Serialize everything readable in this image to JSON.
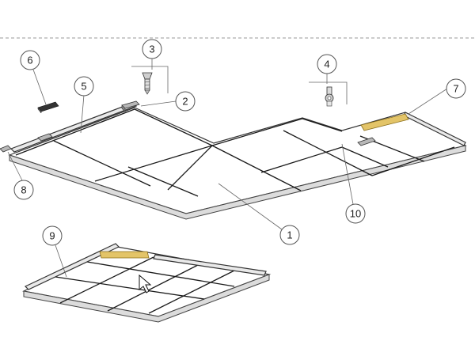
{
  "callouts": [
    {
      "id": "1",
      "label": "1"
    },
    {
      "id": "2",
      "label": "2"
    },
    {
      "id": "3",
      "label": "3"
    },
    {
      "id": "4",
      "label": "4"
    },
    {
      "id": "5",
      "label": "5"
    },
    {
      "id": "6",
      "label": "6"
    },
    {
      "id": "7",
      "label": "7"
    },
    {
      "id": "8",
      "label": "8"
    },
    {
      "id": "9",
      "label": "9"
    },
    {
      "id": "10",
      "label": "10"
    }
  ],
  "colors": {
    "line": "#333333",
    "panel_fill": "#ffffff",
    "edge_shade": "#d9d9d9",
    "highlight_strip": "#e3c468",
    "dashed_ceiling": "#9a9a9a"
  },
  "icons": {
    "cursor": "mouse-pointer-icon",
    "screw": "screw-icon",
    "bolt": "bolt-icon",
    "clip": "clip-icon"
  }
}
